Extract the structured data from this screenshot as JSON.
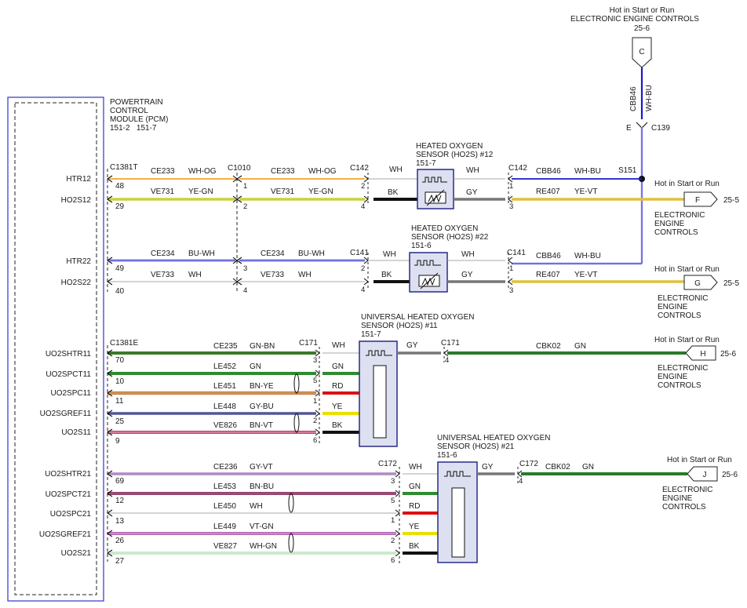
{
  "colors": {
    "module_border": "#3333cc",
    "blue_wire": "#1a1acc",
    "wh_og": "#f5b041",
    "ye_gn": "#c9d13d",
    "gn_bn": "#3a7a2a",
    "gn": "#2e8b2e",
    "bn_ye": "#c0703a",
    "gy_bu": "#7b7fb8",
    "bn_vt": "#c0406a",
    "gy_vt": "#c8a0d8",
    "bn_bu": "#9b4060",
    "vt_gn": "#c060c0",
    "wh_gn": "#9ad09a",
    "ye": "#e8e000",
    "rd": "#dd1111",
    "bk": "#111111",
    "gy": "#888888",
    "sensor_fill": "#dde0f0",
    "sensor_border": "#2a2a88",
    "ye_vt": "#e0c040"
  },
  "pcm": {
    "title": "POWERTRAIN",
    "line2": "CONTROL",
    "line3": "MODULE (PCM)",
    "refs": "151-2   151-7",
    "c1381t": "C1381T",
    "c1381e": "C1381E"
  },
  "top_source": {
    "line1": "Hot in Start or Run",
    "line2": "ELECTRONIC ENGINE CONTROLS",
    "ref": "25-6",
    "letter": "C",
    "wire": "CBB46",
    "color": "WH-BU",
    "pin": "E",
    "connector": "C139",
    "splice": "S151"
  },
  "pins": {
    "htr12": "HTR12",
    "ho2s12": "HO2S12",
    "htr22": "HTR22",
    "ho2s22": "HO2S22",
    "uo2shtr11": "UO2SHTR11",
    "uo2spct11": "UO2SPCT11",
    "uo2spc11": "UO2SPC11",
    "uo2sgref11": "UO2SGREF11",
    "uo2s11": "UO2S11",
    "uo2shtr21": "UO2SHTR21",
    "uo2spct21": "UO2SPCT21",
    "uo2spc21": "UO2SPC21",
    "uo2sgref21": "UO2SGREF21",
    "uo2s21": "UO2S21"
  },
  "pin_numbers": {
    "p48": "48",
    "p29": "29",
    "p49": "49",
    "p40": "40",
    "p70": "70",
    "p10": "10",
    "p11": "11",
    "p25": "25",
    "p9": "9",
    "p69": "69",
    "p12": "12",
    "p13": "13",
    "p26": "26",
    "p27": "27"
  },
  "connectors": {
    "c1010": "C1010",
    "c142": "C142",
    "c141": "C141",
    "c171": "C171",
    "c172": "C172"
  },
  "circuits": {
    "ce233": "CE233",
    "wh_og": "WH-OG",
    "ve731": "VE731",
    "ye_gn": "YE-GN",
    "ce234": "CE234",
    "bu_wh": "BU-WH",
    "ve733": "VE733",
    "wh": "WH",
    "ce235": "CE235",
    "gn_bn": "GN-BN",
    "le452": "LE452",
    "gn": "GN",
    "le451": "LE451",
    "bn_ye": "BN-YE",
    "le448": "LE448",
    "gy_bu": "GY-BU",
    "ve826": "VE826",
    "bn_vt": "BN-VT",
    "ce236": "CE236",
    "gy_vt": "GY-VT",
    "le453": "LE453",
    "bn_bu": "BN-BU",
    "le450": "LE450",
    "le449": "LE449",
    "vt_gn": "VT-GN",
    "ve827": "VE827",
    "wh_gn": "WH-GN",
    "cbb46": "CBB46",
    "wh_bu": "WH-BU",
    "re407": "RE407",
    "ye_vt": "YE-VT",
    "cbk02": "CBK02"
  },
  "wire_colors": {
    "wh": "WH",
    "bk": "BK",
    "gy": "GY",
    "gn": "GN",
    "rd": "RD",
    "ye": "YE"
  },
  "sensors": {
    "s12_l1": "HEATED OXYGEN",
    "s12_l2": "SENSOR (HO2S) #12",
    "s12_ref": "151-7",
    "s22_l1": "HEATED OXYGEN",
    "s22_l2": "SENSOR (HO2S) #22",
    "s22_ref": "151-6",
    "s11_l1": "UNIVERSAL HEATED OXYGEN",
    "s11_l2": "SENSOR (HO2S) #11",
    "s11_ref": "151-7",
    "s21_l1": "UNIVERSAL HEATED OXYGEN",
    "s21_l2": "SENSOR (HO2S) #21",
    "s21_ref": "151-6"
  },
  "destinations": {
    "hot": "Hot in Start or Run",
    "eec1": "ELECTRONIC",
    "eec2": "ENGINE",
    "eec3": "CONTROLS",
    "f": "F",
    "g": "G",
    "h": "H",
    "j": "J",
    "ref255": "25-5",
    "ref256": "25-6"
  },
  "numbers": {
    "n1": "1",
    "n2": "2",
    "n3": "3",
    "n4": "4",
    "n5": "5",
    "n6": "6"
  }
}
